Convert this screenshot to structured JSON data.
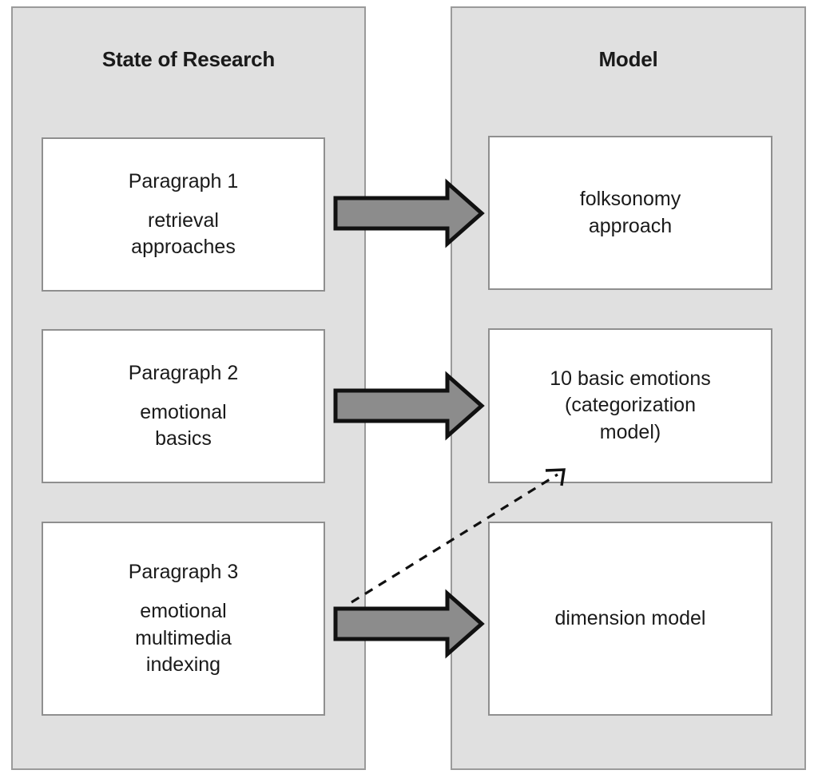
{
  "diagram": {
    "title_hidden": "",
    "columns": [
      {
        "id": "state-of-research",
        "header": "State of Research",
        "nodes": [
          {
            "id": "paragraph-1",
            "line1": "Paragraph 1",
            "line2": "retrieval",
            "line3": "approaches"
          },
          {
            "id": "paragraph-2",
            "line1": "Paragraph 2",
            "line2": "emotional",
            "line3": "basics"
          },
          {
            "id": "paragraph-3",
            "line1": "Paragraph 3",
            "line2": "emotional",
            "line3": "multimedia",
            "line4": "indexing"
          }
        ]
      },
      {
        "id": "model",
        "header": "Model",
        "nodes": [
          {
            "id": "folksonomy-approach",
            "line1": "folksonomy",
            "line2": "approach"
          },
          {
            "id": "basic-emotions",
            "line1": "10 basic emotions",
            "line2": "(categorization",
            "line3": "model)"
          },
          {
            "id": "dimension-model",
            "line1": "dimension model"
          }
        ]
      }
    ],
    "connectors": [
      {
        "id": "arrow-paragraph1-to-folksonomy",
        "type": "block-arrow",
        "style": "solid",
        "from": "paragraph-1",
        "to": "folksonomy-approach"
      },
      {
        "id": "arrow-paragraph2-to-basic-emotions",
        "type": "block-arrow",
        "style": "solid",
        "from": "paragraph-2",
        "to": "basic-emotions"
      },
      {
        "id": "arrow-paragraph3-to-dimension-model",
        "type": "block-arrow",
        "style": "solid",
        "from": "paragraph-3",
        "to": "dimension-model"
      },
      {
        "id": "arrow-paragraph3-to-basic-emotions",
        "type": "line-arrow",
        "style": "dashed",
        "from": "paragraph-3",
        "to": "basic-emotions"
      }
    ],
    "colors": {
      "panel_fill": "#e0e0e0",
      "panel_border": "#9a9a9a",
      "node_fill": "#ffffff",
      "node_border": "#8f8f8f",
      "arrow_fill": "#8c8c8c",
      "arrow_outline": "#111111",
      "text": "#1a1a1a",
      "background": "#ffffff"
    }
  }
}
